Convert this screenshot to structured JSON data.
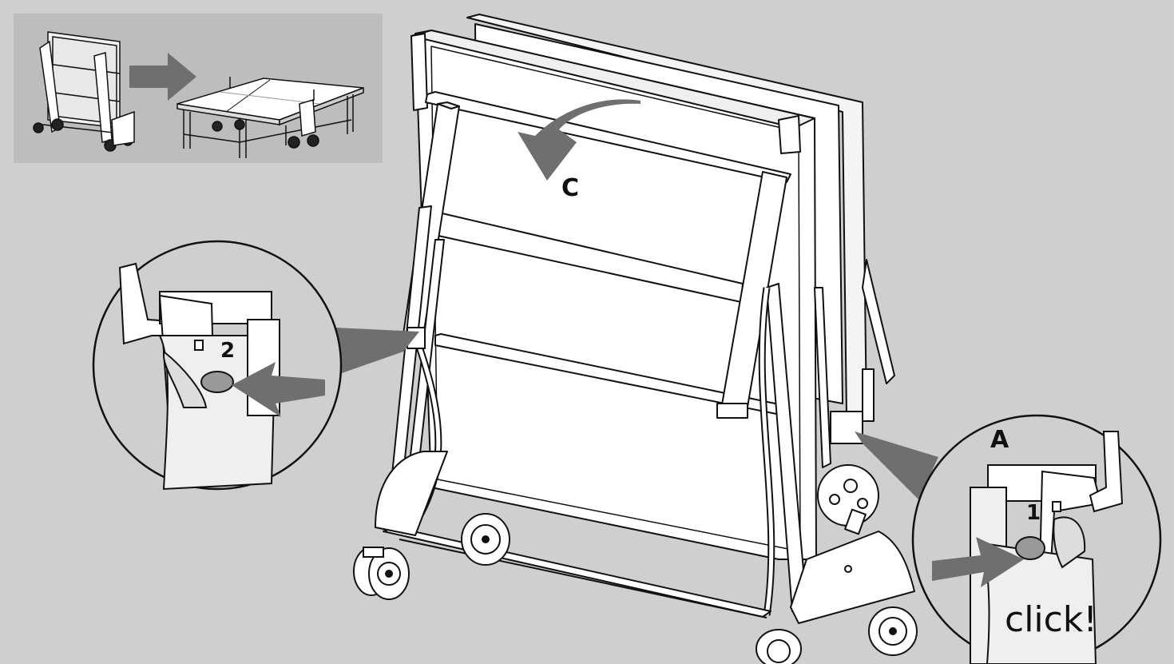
{
  "figure": {
    "background": "#cfcfcf",
    "inset_background": "#bdbdbd",
    "arrow_color": "#6f6f6f",
    "line_color": "#111111"
  },
  "labels": {
    "step_c": "C",
    "step_a": "A",
    "num_1": "1",
    "num_2": "2",
    "click": "click!"
  }
}
